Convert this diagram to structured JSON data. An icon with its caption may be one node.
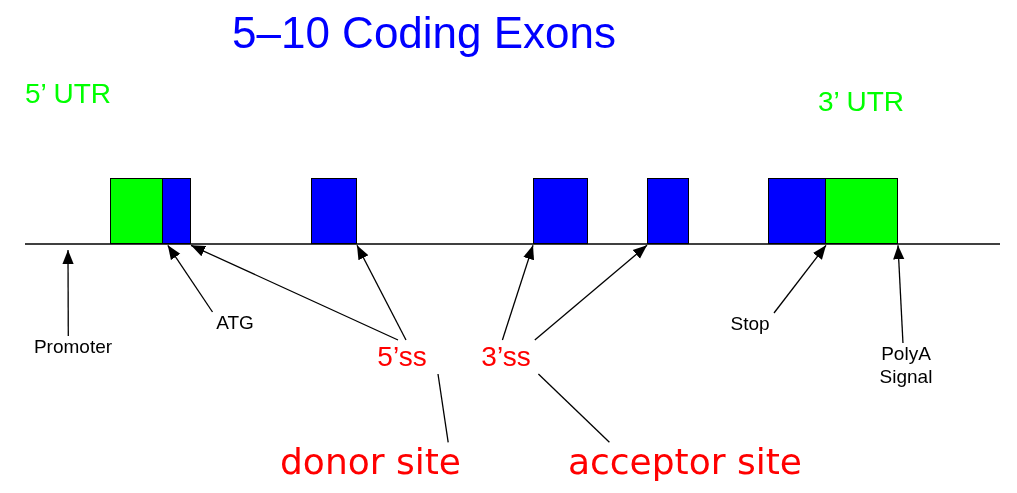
{
  "diagram": {
    "title": "5–10 Coding Exons",
    "nodes": [
      {
        "text": [],
        "shape": "box"
      },
      {
        "text": [],
        "shape": "box"
      },
      {
        "text": [],
        "shape": "box"
      },
      {
        "text": [],
        "shape": "box"
      },
      {
        "text": [],
        "shape": "box"
      },
      {
        "text": [],
        "shape": "box"
      },
      {
        "text": [],
        "shape": "box"
      },
      {
        "text": [
          "Promoter"
        ]
      },
      {
        "text": [
          "ATG"
        ]
      },
      {
        "text": [
          "5’ss"
        ]
      },
      {
        "text": [
          "3’ss"
        ]
      },
      {
        "text": [
          "Stop"
        ]
      },
      {
        "text": [
          "PolyA Signal"
        ]
      },
      {
        "text": [
          "donor site"
        ]
      },
      {
        "text": [
          "acceptor site"
        ]
      }
    ],
    "edges": [
      {
        "from": 7,
        "to": null,
        "arrow": "to"
      },
      {
        "from": 8,
        "to": 1,
        "arrow": "to"
      },
      {
        "from": 9,
        "to": 1,
        "arrow": "to"
      },
      {
        "from": 9,
        "to": 2,
        "arrow": "to"
      },
      {
        "from": 10,
        "to": 3,
        "arrow": "to"
      },
      {
        "from": 10,
        "to": 4,
        "arrow": "to"
      },
      {
        "from": 11,
        "to": 5,
        "arrow": "to"
      },
      {
        "from": 12,
        "to": 6,
        "arrow": "to"
      },
      {
        "from": 13,
        "to": 9,
        "arrow": "none"
      },
      {
        "from": 14,
        "to": 10,
        "arrow": "none"
      }
    ],
    "labels": [
      "5’ UTR",
      "3’ UTR"
    ]
  }
}
